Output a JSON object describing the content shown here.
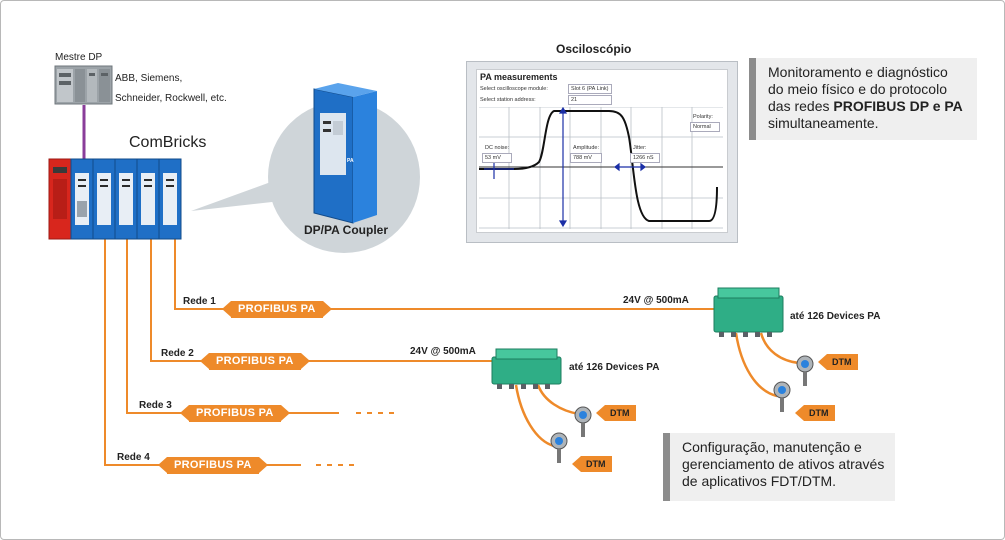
{
  "master": {
    "title": "Mestre DP",
    "vendors": [
      "ABB, Siemens,",
      "Schneider, Rockwell, etc."
    ]
  },
  "combricks": {
    "title": "ComBricks"
  },
  "coupler": {
    "label": "DP/PA Coupler",
    "module_text": "PA"
  },
  "oscilloscope": {
    "title": "Osciloscópio",
    "panel_title": "PA measurements",
    "select_module_label": "Select oscilloscope module:",
    "select_module_value": "Slot 6 (PA Link)",
    "select_station_label": "Select station address:",
    "select_station_value": "21",
    "polarity_label": "Polarity:",
    "polarity_value": "Normal",
    "dc_noise_label": "DC noise:",
    "dc_noise_value": "53 mV",
    "amplitude_label": "Amplitude:",
    "amplitude_value": "788 mV",
    "jitter_label": "Jitter:",
    "jitter_value": "1266 nS"
  },
  "callout_monitoring": {
    "lines": [
      "Monitoramento e diagnóstico",
      "do meio físico e do protocolo",
      "das redes "
    ],
    "bold": "PROFIBUS DP e PA",
    "last": "simultaneamente."
  },
  "callout_config": {
    "lines": [
      "Configuração, manutenção e",
      "gerenciamento de ativos através",
      "de aplicativos FDT/DTM."
    ]
  },
  "networks": [
    {
      "rede": "Rede 1",
      "tag": "PROFIBUS PA"
    },
    {
      "rede": "Rede 2",
      "tag": "PROFIBUS PA"
    },
    {
      "rede": "Rede 3",
      "tag": "PROFIBUS PA"
    },
    {
      "rede": "Rede 4",
      "tag": "PROFIBUS PA"
    }
  ],
  "junction_1": {
    "power": "24V @ 500mA",
    "devices": "até 126 Devices PA"
  },
  "junction_2": {
    "power": "24V @ 500mA",
    "devices": "até 126 Devices PA"
  },
  "dtm_label": "DTM",
  "colors": {
    "orange": "#ee8a2a",
    "blue": "#1f6fc6",
    "green": "#2fae86",
    "purple": "#8a3d9a"
  }
}
